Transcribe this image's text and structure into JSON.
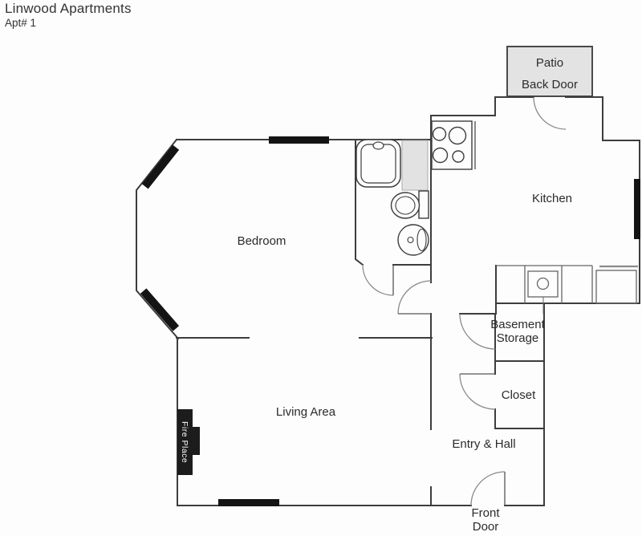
{
  "header": {
    "title": "Linwood Apartments",
    "subtitle": "Apt# 1"
  },
  "labels": {
    "bedroom": "Bedroom",
    "kitchen": "Kitchen",
    "living_area": "Living Area",
    "entry_hall": "Entry & Hall",
    "closet": "Closet",
    "basement_storage": "Basement Storage",
    "patio": "Patio",
    "back_door": "Back Door",
    "front_door": "Front Door",
    "fire_place": "Fire Place"
  },
  "colors": {
    "wall": "#3d3d3d",
    "window": "#141414",
    "patio_fill": "#e3e3e3",
    "gray_counter_fill": "#e2e2e2",
    "fixture_line": "#666666",
    "door_arc": "#8a8a8a",
    "fireplace_fill": "#1c1c1c",
    "text": "#2b2b2b"
  }
}
